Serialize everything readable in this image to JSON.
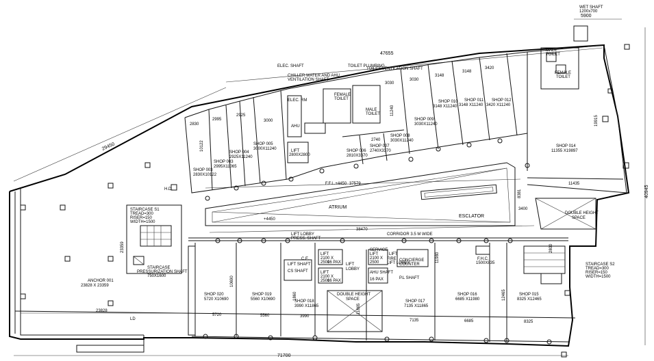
{
  "dims": {
    "top_overall": "47655",
    "top_right": "5900",
    "right_overall": "40945",
    "left_diagonal": "29450",
    "bottom_overall": "71700",
    "atrium_length": "37579",
    "corridor_length": "38470",
    "anchor_width": "23828",
    "anchor_side": "23359",
    "bottom_5720": "5720",
    "bottom_5560": "5560",
    "bottom_3990": "3990",
    "bottom_7135": "7135",
    "bottom_6685": "6685",
    "bottom_8325": "8325",
    "shop014_width": "11435",
    "shop014_side": "19915",
    "top_3148a": "3148",
    "top_3148b": "3148",
    "top_3420": "3420",
    "top_3030a": "3030",
    "top_3030b": "3030",
    "top_2995": "2995",
    "top_2925": "2925",
    "top_2830": "2830",
    "top_3000": "3000",
    "top_2740": "2740",
    "mid_1240": "11240",
    "mid_10122": "10122",
    "mid_3400": "3400",
    "mid_8381": "8381",
    "mid_10690": "10690",
    "mid_11865": "11865",
    "mid_11980": "11980",
    "mid_12465": "12465",
    "mid_1860": "1860",
    "mid_2800": "2800"
  },
  "shops_top": [
    {
      "name": "SHOP 003",
      "size": "2830X10122"
    },
    {
      "name": "SHOP 003",
      "size": "2995X11065"
    },
    {
      "name": "SHOP 004",
      "size": "2925X11240"
    },
    {
      "name": "SHOP 005",
      "size": "3000X11240"
    },
    {
      "name": "SHOP 006",
      "size": "2810X3370"
    },
    {
      "name": "SHOP 007",
      "size": "2740X3370"
    },
    {
      "name": "SHOP 008",
      "size": "3030X11240"
    },
    {
      "name": "SHOP 009",
      "size": "3030X11240"
    },
    {
      "name": "SHOP 010",
      "size": "3148 X11240"
    },
    {
      "name": "SHOP 011",
      "size": "3148 X11240"
    },
    {
      "name": "SHOP 012",
      "size": "3420 X11240"
    },
    {
      "name": "SHOP 014",
      "size": "11355 X19897"
    }
  ],
  "shops_bottom": [
    {
      "name": "ANCHOR 001",
      "size": "23828 X 23359"
    },
    {
      "name": "SHOP 020",
      "size": "5720 X10690"
    },
    {
      "name": "SHOP 019",
      "size": "5560 X10690"
    },
    {
      "name": "SHOP 018",
      "size": "3990 X11865"
    },
    {
      "name": "SHOP 017",
      "size": "7135 X11865"
    },
    {
      "name": "SHOP 016",
      "size": "6685 X11980"
    },
    {
      "name": "SHOP 015",
      "size": "8325 X12465"
    }
  ],
  "labels": {
    "atrium": "ATRIUM",
    "escalator": "ESCLATOR",
    "double_height_1": "DOUBLE HEIGHT",
    "double_height_1b": "SPACE",
    "double_height_2": "DOUBLE HEIGHT",
    "double_height_2b": "SPACE",
    "corridor": "CORRIDOR 3.5 M WIDE",
    "lift_lobby": "LIFT",
    "lift_lobby_b": "LOBBY",
    "lift_1": "LIFT",
    "lift_1_size": "2100 X",
    "lift_1_size2": "2500",
    "lift_1_pax": "16 PAX",
    "lift_2": "LIFT",
    "lift_2_size": "2100 X",
    "lift_2_size2": "2500",
    "lift_2_pax": "16 PAX",
    "lift_3": "LIFT",
    "lift_3_size": "2100 X",
    "lift_3_size2": "2500",
    "lift_3_pax": "16 PAX",
    "service_lift": "SERVICE",
    "service_lift_b": "LIFT",
    "lift_lobby_press": "LIFT LOBBY",
    "press_shaft": "PRESS. SHAFT",
    "staircase_s1": "STAIRCASE S1",
    "staircase_s1_tread": "TREAD=300",
    "staircase_s1_riser": "RISER=150",
    "staircase_s1_width": "WIDTH=1500",
    "staircase_s2": "STAIRCASE S2",
    "staircase_s2_tread": "TREAD=300",
    "staircase_s2_riser": "RISER=150",
    "staircase_s2_width": "WIDTH=1500",
    "stair_press": "STAIRCASE",
    "stair_press_b": "PRESSURIZATION SHAFT",
    "stair_press_c": "750X1600",
    "fhc": "F.H.C.",
    "fhc_size": "1500X835",
    "ffl": "F.F.L.+4450",
    "ffl2": "+4450",
    "elec_shaft": "ELEC. SHAFT",
    "elec_rm": "ELEC. RM",
    "chiller": "CHILLER WATER AND AHU",
    "chiller_b": "VENTILATION SHAFT",
    "ahu": "AHU",
    "toilet_plumbing": "TOILET PLUMBING",
    "toilet_vent": "TOILET VENTILATION SHAFT",
    "male_toilet": "MALE",
    "male_toilet_b": "TOILET",
    "female_toilet": "FEMALE",
    "female_toilet_b": "TOILET",
    "male_toilet2": "MALE",
    "male_toilet2_b": "TOILET",
    "female_toilet2": "FEMALE",
    "female_toilet2_b": "TOILET",
    "wet_shaft": "WET SHAFT",
    "wet_shaft_size": "1200x700",
    "lift_top": "LIFT",
    "lift_top_size": "2800X2800",
    "fire_lift": "FIRE",
    "fire_lift_b": "LIFT LOBBY",
    "ce_shaft": "C.E.",
    "cs_shaft": "CS SHAFT",
    "ahu_shaft": "AHU SHAFT",
    "pl_shaft": "P.L SHAFT",
    "counter": "CONCIERGE",
    "counter_b": "COUNTER",
    "hdd": "H.D.",
    "lower_lift_shaft": "LIFT SHAFT",
    "ld": "LD"
  },
  "colors": {
    "line": "#111111",
    "background": "#ffffff"
  }
}
